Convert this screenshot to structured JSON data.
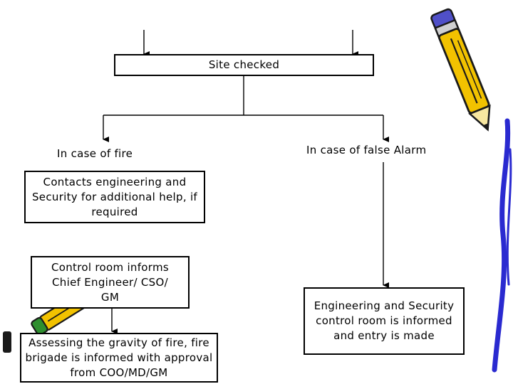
{
  "diagram": {
    "nodes": {
      "site_checked": "Site checked",
      "fire_label": "In case of fire",
      "false_alarm_label": "In case of false Alarm",
      "contacts": "Contacts engineering and Security for additional help, if required",
      "control_room": "Control room informs Chief Engineer/ CSO/ GM",
      "assessing": "Assessing the gravity of fire, fire brigade is informed with approval from COO/MD/GM",
      "engineering": "Engineering and Security control room is informed and entry is made"
    },
    "edges": [
      {
        "from": "above",
        "to": "site_checked"
      },
      {
        "from": "above",
        "to": "site_checked"
      },
      {
        "from": "site_checked",
        "to": "fire_label"
      },
      {
        "from": "site_checked",
        "to": "false_alarm_label"
      },
      {
        "from": "control_room",
        "to": "assessing"
      },
      {
        "from": "false_alarm_label",
        "to": "engineering"
      }
    ]
  },
  "colors": {
    "stroke": "#000000",
    "pencil_body": "#f2c200",
    "pencil_outline": "#1a1a1a",
    "pencil_ferrule": "#2f8f2f",
    "pencil_eraser": "#5050c8",
    "clipart_blue": "#2a2ad0"
  },
  "icons": [
    "pencil-clipart-icon",
    "pencil-small-clipart-icon",
    "blue-stroke-icon"
  ]
}
